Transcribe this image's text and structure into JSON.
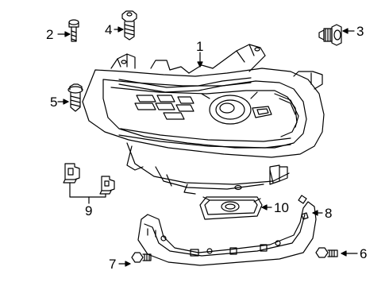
{
  "diagram": {
    "callouts": {
      "c1": "1",
      "c2": "2",
      "c3": "3",
      "c4": "4",
      "c5": "5",
      "c6": "6",
      "c7": "7",
      "c8": "8",
      "c9": "9",
      "c10": "10"
    },
    "line_color": "#000000",
    "background": "#ffffff"
  }
}
